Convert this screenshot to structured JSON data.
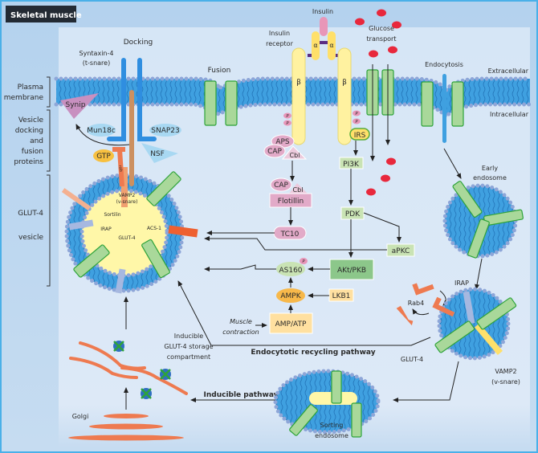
{
  "title": "Skeletal muscle",
  "side_labels": {
    "plasma_membrane": [
      "Plasma",
      "membrane"
    ],
    "vesicle_docking": [
      "Vesicle",
      "docking",
      "and",
      "fusion",
      "proteins"
    ],
    "glut4_vesicle": [
      "GLUT-4",
      "vesicle"
    ]
  },
  "labels": {
    "docking": "Docking",
    "syntaxin": [
      "Syntaxin-4",
      "(t-snare)"
    ],
    "fusion": "Fusion",
    "insulin": "Insulin",
    "insulin_receptor": [
      "Insulin",
      "receptor"
    ],
    "alpha": "α",
    "beta": "β",
    "glucose_transport": [
      "Glucose",
      "transport"
    ],
    "endocytosis": "Endocytosis",
    "extracellular": "Extracellular",
    "intracellular": "Intracellular",
    "synip": "Synip",
    "mun18c": "Mun18c",
    "snap23": "SNAP23",
    "nsf": "NSF",
    "gtp": "GTP",
    "rab": "rab",
    "vamp2_vesicle": [
      "VAMP2",
      "(v-snare)"
    ],
    "sortilin": "Sortilin",
    "irap": "IRAP",
    "glut4": "GLUT-4",
    "acs1": "ACS-1",
    "p": "P",
    "aps": "APS",
    "cap": "CAP",
    "cbl": "Cbl",
    "flotillin": "Flotillin",
    "tc10": "TC10",
    "irs": "IRS",
    "pi3k": "PI3K",
    "pdk": "PDK",
    "apkc": "aPKC",
    "akt": "AKt/PKB",
    "as160": "AS160",
    "ampk": "AMPK",
    "lkb1": "LKB1",
    "amp_atp": "AMP/ATP",
    "muscle_contraction": [
      "Muscle",
      "contraction"
    ],
    "endocytotic_recycling": "Endocytotic recycling pathway",
    "early_endosome": [
      "Early",
      "endosome"
    ],
    "rab4": "Rab4",
    "vamp2_right": [
      "VAMP2",
      "(v-snare)"
    ],
    "sorting_endosome": [
      "Sorting",
      "endosome"
    ],
    "inducible_pathway": "Inducible pathway",
    "storage_compartment": [
      "Inducible",
      "GLUT-4 storage",
      "compartment"
    ],
    "golgi": "Golgi"
  },
  "colors": {
    "membrane": "#3fa0e0",
    "lipid_head": "#8ea6d8",
    "glut4": "#a9d89a",
    "glut4_edge": "#2ea33a",
    "receptor": "#fff2a0",
    "pink": "#e2aac8",
    "green_box": "#c9e3b4",
    "orange": "#ee7a50",
    "glucose": "#e8283c"
  }
}
